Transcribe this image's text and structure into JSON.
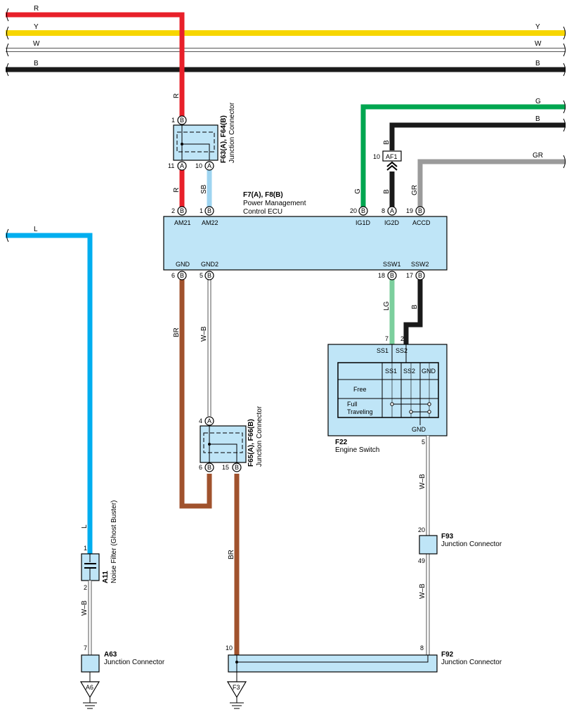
{
  "colors": {
    "R": "#e8202a",
    "Y": "#f7d600",
    "W": "#ffffff",
    "B": "#1a1a1a",
    "SB": "#9ed4f0",
    "G": "#00a650",
    "GR": "#9b9b9b",
    "L": "#00aeef",
    "BR": "#a0522d",
    "LG": "#7ccf9d",
    "box": "#bfe5f7"
  },
  "bus": {
    "R": "R",
    "Y": "Y",
    "W": "W",
    "B": "B"
  },
  "wires": {
    "R": "R",
    "SB": "SB",
    "G": "G",
    "B": "B",
    "GR": "GR",
    "L": "L",
    "BR": "BR",
    "LG": "LG",
    "WB": "W–B"
  },
  "connectors": {
    "f63": {
      "name": "F63(A), F64(B)",
      "desc": "Junction Connector"
    },
    "ecu": {
      "name": "F7(A), F8(B)",
      "desc1": "Power Management",
      "desc2": "Control ECU"
    },
    "af1": "AF1",
    "f65": {
      "name": "F65(A), F66(B)",
      "desc": "Junction Connector"
    },
    "f22": {
      "name": "F22",
      "desc": "Engine Switch"
    },
    "f93": {
      "name": "F93",
      "desc": "Junction Connector"
    },
    "f92": {
      "name": "F92",
      "desc": "Junction Connector"
    },
    "a11": {
      "name": "A11",
      "desc": "Noise Filter (Ghost Buster)"
    },
    "a63": {
      "name": "A63",
      "desc": "Junction Connector"
    },
    "ground_a6": "A6",
    "ground_f3": "F3"
  },
  "ecu_terminals": {
    "am21": "AM21",
    "am22": "AM22",
    "ig1d": "IG1D",
    "ig2d": "IG2D",
    "accd": "ACCD",
    "gnd": "GND",
    "gnd2": "GND2",
    "ssw1": "SSW1",
    "ssw2": "SSW2"
  },
  "switch_table": {
    "ss1": "SS1",
    "ss2": "SS2",
    "gnd": "GND",
    "free": "Free",
    "full1": "Full",
    "full2": "Traveling",
    "top_ss1": "SS1",
    "top_ss2": "SS2",
    "bottom_gnd": "GND"
  },
  "pins": {
    "p1": "1",
    "p11": "11",
    "p10": "10",
    "p2": "2",
    "p1b": "1",
    "p20": "20",
    "p8": "8",
    "p19": "19",
    "p10af": "10",
    "p6": "6",
    "p5": "5",
    "p18": "18",
    "p17": "17",
    "p7": "7",
    "p2sw": "2",
    "p4": "4",
    "p6b": "6",
    "p15": "15",
    "p5sw": "5",
    "p20f93": "20",
    "p49": "49",
    "p10f92": "10",
    "p8f92": "8",
    "p1a11": "1",
    "p2a11": "2",
    "p7a63": "7"
  },
  "letters": {
    "B": "B",
    "A": "A"
  }
}
